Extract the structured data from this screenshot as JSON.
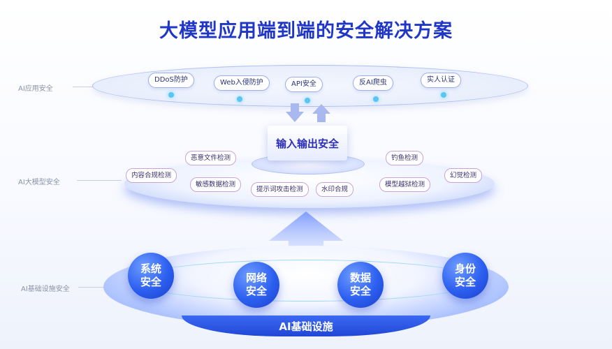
{
  "title": "大模型应用端到端的安全解决方案",
  "layers": {
    "app": "AI应用安全",
    "model": "AI大模型安全",
    "infra": "AI基础设施安全"
  },
  "app_items": [
    "DDoS防护",
    "Web入侵防护",
    "API安全",
    "反AI爬虫",
    "实人认证"
  ],
  "io_security": "输入输出安全",
  "model_items": {
    "malicious_file": "恶意文件检测",
    "phishing": "钓鱼检测",
    "content_compliance": "内容合规检测",
    "hallucination": "幻觉检测",
    "sensitive_data": "敏感数据检测",
    "prompt_attack": "提示词攻击检测",
    "watermark": "水印合规",
    "jailbreak": "模型越狱检测"
  },
  "infra_items": [
    {
      "line1": "系统",
      "line2": "安全"
    },
    {
      "line1": "网络",
      "line2": "安全"
    },
    {
      "line1": "数据",
      "line2": "安全"
    },
    {
      "line1": "身份",
      "line2": "安全"
    }
  ],
  "infra_base_label": "AI基础设施",
  "colors": {
    "title": "#1f36c7",
    "sphere": "#2c5ff0",
    "accent_dot": "#5ac6f0"
  }
}
